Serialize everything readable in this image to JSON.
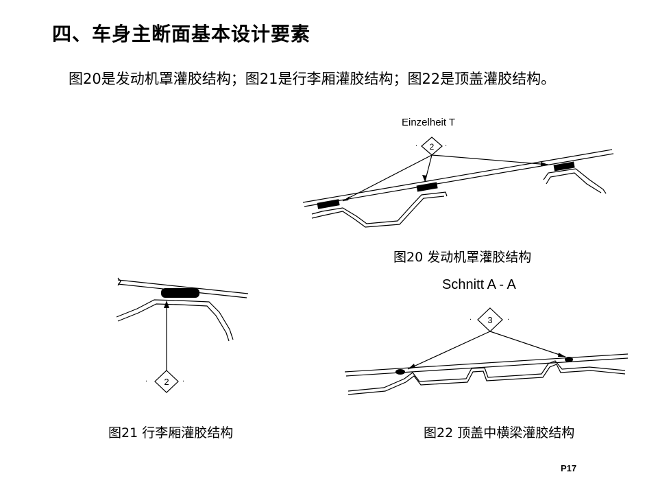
{
  "title": "四、车身主断面基本设计要素",
  "paragraph": "图20是发动机罩灌胶结构；图21是行李厢灌胶结构；图22是顶盖灌胶结构。",
  "figures": {
    "fig20": {
      "caption": "图20 发动机罩灌胶结构",
      "label": "Einzelheit  T",
      "marker": "2"
    },
    "fig21": {
      "caption": "图21 行李厢灌胶结构",
      "marker": "2"
    },
    "fig22": {
      "caption": "图22  顶盖中横梁灌胶结构",
      "label": "Schnitt  A - A",
      "marker": "3"
    }
  },
  "page_number": "P17"
}
